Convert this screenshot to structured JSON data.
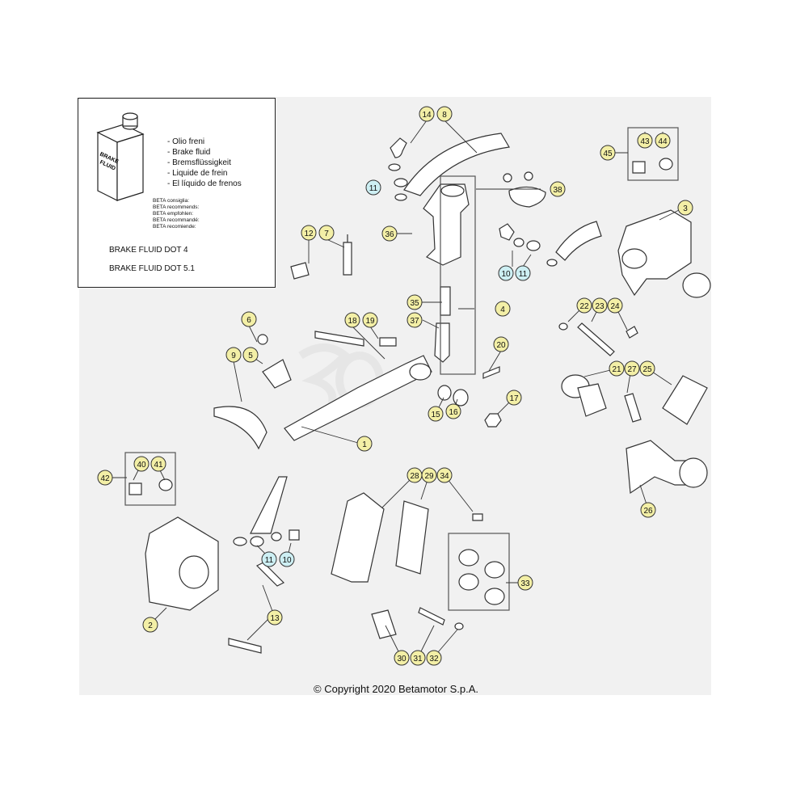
{
  "fluid_box": {
    "lines": [
      "- Olio freni",
      "- Brake fluid",
      "- Bremsflüssigkeit",
      "- Liquide de frein",
      "- El líquido de frenos"
    ],
    "recommend": [
      "BETA consiglia:",
      "BETA recommends:",
      "BETA empfohlen:",
      "BETA recommandé:",
      "BETA recomiende:"
    ],
    "spec1": "BRAKE FLUID DOT 4",
    "spec2": "BRAKE FLUID DOT 5.1",
    "can_label_1": "BRAKE",
    "can_label_2": "FLUID"
  },
  "copyright": "© Copyright 2020 Betamotor S.p.A.",
  "colors": {
    "callout_yellow": "#f3efa6",
    "callout_blue": "#cdeff3",
    "line": "#333333"
  },
  "callouts": [
    {
      "t": "14",
      "c": "y"
    },
    {
      "t": "8",
      "c": "y"
    },
    {
      "t": "11",
      "c": "b"
    },
    {
      "t": "38",
      "c": "y"
    },
    {
      "t": "36",
      "c": "y"
    },
    {
      "t": "10",
      "c": "b"
    },
    {
      "t": "11",
      "c": "b"
    },
    {
      "t": "12",
      "c": "y"
    },
    {
      "t": "7",
      "c": "y"
    },
    {
      "t": "35",
      "c": "y"
    },
    {
      "t": "4",
      "c": "y"
    },
    {
      "t": "37",
      "c": "y"
    },
    {
      "t": "18",
      "c": "y"
    },
    {
      "t": "19",
      "c": "y"
    },
    {
      "t": "6",
      "c": "y"
    },
    {
      "t": "9",
      "c": "y"
    },
    {
      "t": "5",
      "c": "y"
    },
    {
      "t": "20",
      "c": "y"
    },
    {
      "t": "17",
      "c": "y"
    },
    {
      "t": "15",
      "c": "y"
    },
    {
      "t": "16",
      "c": "y"
    },
    {
      "t": "1",
      "c": "y"
    },
    {
      "t": "45",
      "c": "y"
    },
    {
      "t": "43",
      "c": "y"
    },
    {
      "t": "44",
      "c": "y"
    },
    {
      "t": "3",
      "c": "y"
    },
    {
      "t": "22",
      "c": "y"
    },
    {
      "t": "23",
      "c": "y"
    },
    {
      "t": "24",
      "c": "y"
    },
    {
      "t": "21",
      "c": "y"
    },
    {
      "t": "27",
      "c": "y"
    },
    {
      "t": "25",
      "c": "y"
    },
    {
      "t": "26",
      "c": "y"
    },
    {
      "t": "42",
      "c": "y"
    },
    {
      "t": "40",
      "c": "y"
    },
    {
      "t": "41",
      "c": "y"
    },
    {
      "t": "28",
      "c": "y"
    },
    {
      "t": "29",
      "c": "y"
    },
    {
      "t": "34",
      "c": "y"
    },
    {
      "t": "11",
      "c": "b"
    },
    {
      "t": "10",
      "c": "b"
    },
    {
      "t": "33",
      "c": "y"
    },
    {
      "t": "13",
      "c": "y"
    },
    {
      "t": "2",
      "c": "y"
    },
    {
      "t": "30",
      "c": "y"
    },
    {
      "t": "31",
      "c": "y"
    },
    {
      "t": "32",
      "c": "y"
    }
  ]
}
